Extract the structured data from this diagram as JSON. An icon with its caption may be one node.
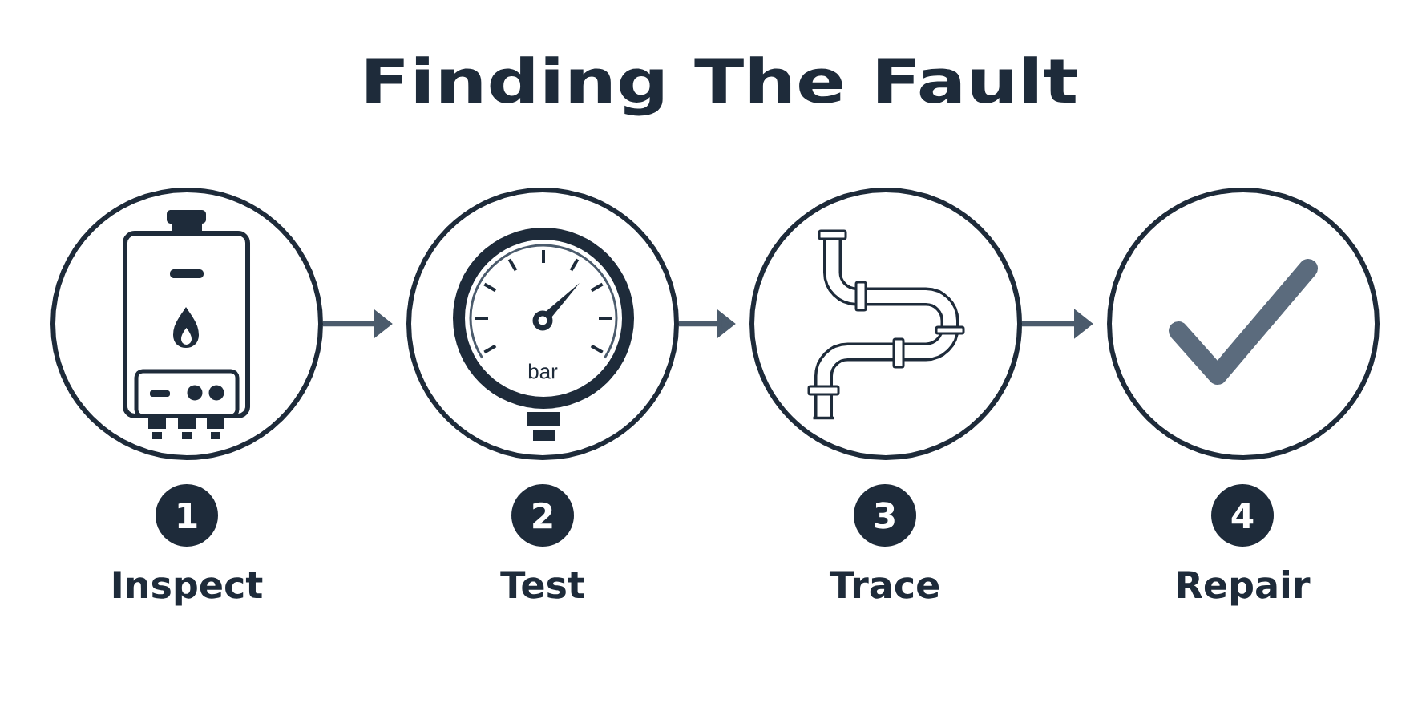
{
  "diagram": {
    "title": "Finding The Fault",
    "nodes": [
      {
        "text": [],
        "shape": "circle"
      },
      {
        "text": [],
        "shape": "circle"
      },
      {
        "text": [],
        "shape": "circle"
      },
      {
        "text": [],
        "shape": "circle"
      },
      {
        "text": [
          "1"
        ],
        "beside": [
          "Inspect"
        ]
      },
      {
        "text": [
          "2"
        ],
        "beside": [
          "Test"
        ]
      },
      {
        "text": [
          "3"
        ],
        "beside": [
          "Trace"
        ]
      },
      {
        "text": [
          "4"
        ],
        "beside": [
          "Repair"
        ]
      }
    ],
    "edges": [
      {
        "from": 0,
        "to": 1,
        "arrow": "to"
      },
      {
        "from": 1,
        "to": 2,
        "arrow": "to"
      },
      {
        "from": 2,
        "to": 3,
        "arrow": "to"
      }
    ],
    "labels": [
      "bar"
    ]
  }
}
